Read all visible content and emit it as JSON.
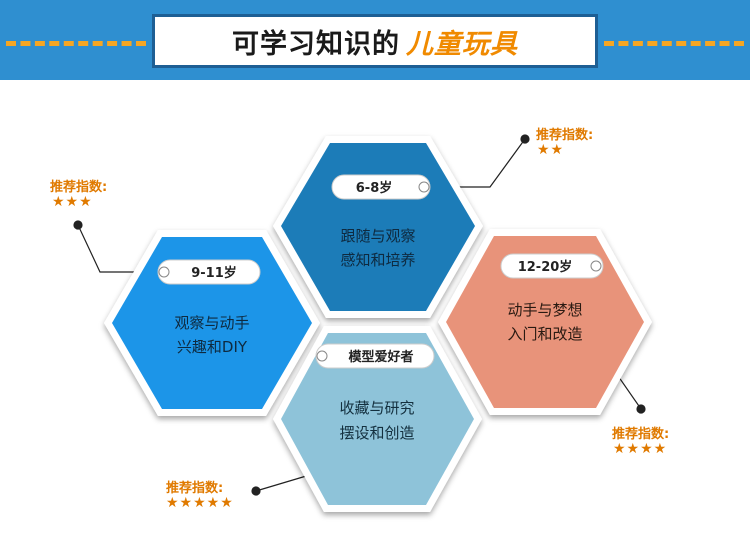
{
  "header": {
    "title_main": "可学习知识的",
    "title_accent": "儿童玩具"
  },
  "colors": {
    "header_band": "#2f8fd0",
    "accent_orange": "#f08a00",
    "hex_dark_blue": "#1b7bb8",
    "hex_bright_blue": "#1e95e8",
    "hex_light_blue": "#8ec3d9",
    "hex_salmon": "#e8937a"
  },
  "groups": [
    {
      "id": "6-8",
      "tag": "6-8岁",
      "line1": "跟随与观察",
      "line2": "感知和培养",
      "rec_label": "推荐指数:",
      "stars": "★★",
      "rating": 2
    },
    {
      "id": "9-11",
      "tag": "9-11岁",
      "line1": "观察与动手",
      "line2": "兴趣和DIY",
      "rec_label": "推荐指数:",
      "stars": "★★★",
      "rating": 3
    },
    {
      "id": "12-20",
      "tag": "12-20岁",
      "line1": "动手与梦想",
      "line2": "入门和改造",
      "rec_label": "推荐指数:",
      "stars": "★★★★",
      "rating": 4
    },
    {
      "id": "model",
      "tag": "模型爱好者",
      "line1": "收藏与研究",
      "line2": "摆设和创造",
      "rec_label": "推荐指数:",
      "stars": "★★★★★",
      "rating": 5
    }
  ]
}
